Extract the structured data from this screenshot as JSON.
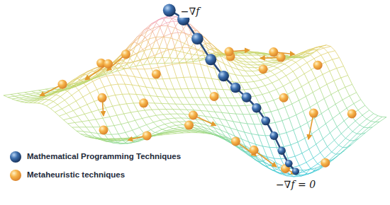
{
  "diagram": {
    "labels": [
      "−∇f",
      "−∇f = 0"
    ],
    "legend": [
      {
        "text": "Mathematical Programming Techniques"
      },
      {
        "text": "Metaheuristic techniques"
      }
    ]
  }
}
